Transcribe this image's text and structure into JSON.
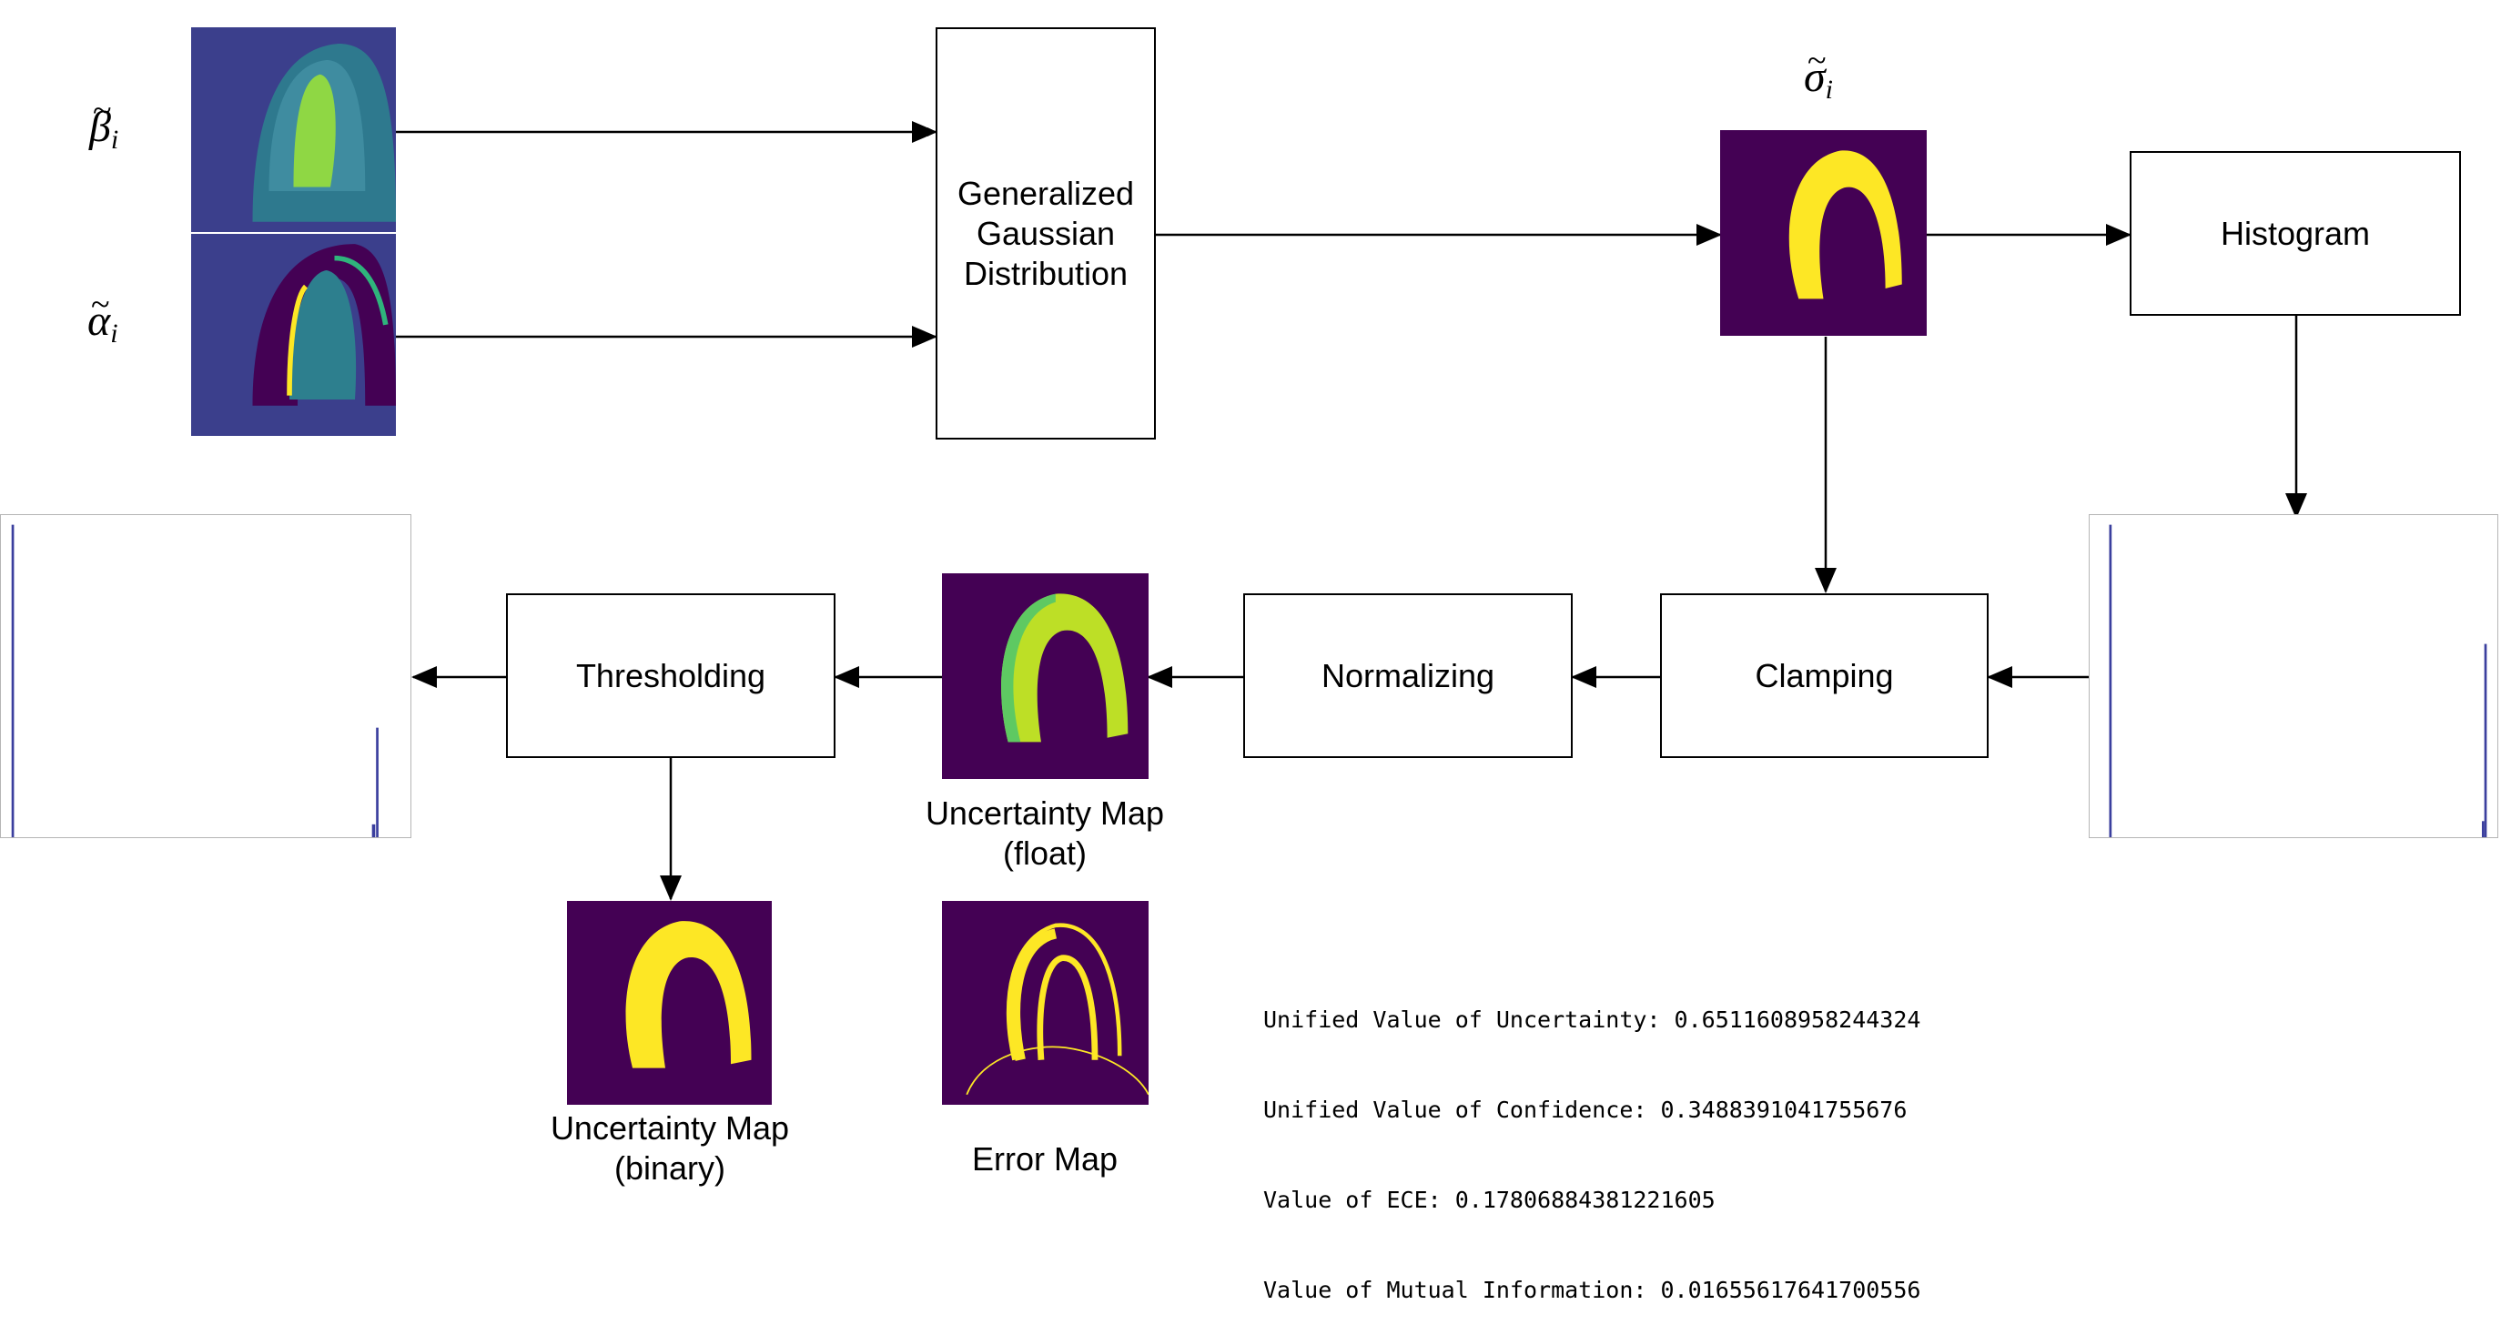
{
  "symbols": {
    "beta": {
      "letter": "β",
      "sub": "i"
    },
    "alpha": {
      "letter": "α",
      "sub": "i"
    },
    "sigma": {
      "letter": "σ",
      "sub": "i"
    }
  },
  "boxes": {
    "ggd": "Generalized\nGaussian\nDistribution",
    "histogram": "Histogram",
    "clamping": "Clamping",
    "normalizing": "Normalizing",
    "thresholding": "Thresholding"
  },
  "captions": {
    "uncertainty_float": "Uncertainty Map\n(float)",
    "uncertainty_binary": "Uncertainty Map\n(binary)",
    "error_map": "Error Map"
  },
  "metrics": [
    "Unified Value of Uncertainty: 0.6511608958244324",
    "Unified Value of Confidence: 0.3488391041755676",
    "Value of ECE: 0.17806884381221605",
    "Value of Mutual Information: 0.01655617641700556"
  ],
  "colors": {
    "map_background": "#440154",
    "map_yellow": "#fde725",
    "map_blue_background": "#3b3f8c",
    "map_teal": "#2d7f8e",
    "map_green": "#8fd744",
    "histogram_bar": "#3b3f9e"
  }
}
